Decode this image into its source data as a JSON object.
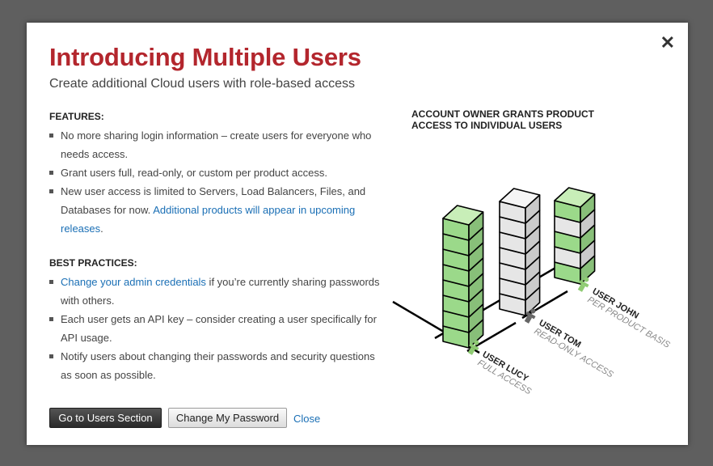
{
  "dialog": {
    "close_icon": "close-icon",
    "title": "Introducing Multiple Users",
    "subtitle": "Create additional Cloud users with role-based access"
  },
  "features": {
    "heading": "FEATURES:",
    "items": [
      {
        "text": "No more sharing login information – create users for everyone who needs access."
      },
      {
        "text": "Grant users full, read-only, or custom per product access."
      },
      {
        "text": "New user access is limited to Servers, Load Balancers, Files, and Databases for now. ",
        "link": "Additional products will appear in upcoming releases",
        "after": "."
      }
    ]
  },
  "best_practices": {
    "heading": "BEST PRACTICES:",
    "items": [
      {
        "link": "Change your admin credentials",
        "text": " if you’re currently sharing passwords with others."
      },
      {
        "text": "Each user gets an API key – consider creating a user specifically for API usage."
      },
      {
        "text": "Notify users about changing their passwords and security questions as soon as possible."
      }
    ]
  },
  "buttons": {
    "go_to_users": "Go to Users Section",
    "change_password": "Change My Password",
    "close": "Close"
  },
  "diagram": {
    "title": "ACCOUNT OWNER GRANTS PRODUCT ACCESS TO INDIVIDUAL USERS",
    "users": [
      {
        "name": "USER LUCY",
        "access": "FULL ACCESS",
        "color": "#8fcb73"
      },
      {
        "name": "USER TOM",
        "access": "READ-ONLY ACCESS",
        "color": "#666666"
      },
      {
        "name": "USER JOHN",
        "access": "PER PRODUCT BASIS",
        "color": "#8fcb73"
      }
    ],
    "colors": {
      "full": "#9bd98a",
      "readonly": "#e6e6e6",
      "top_full": "#c8eeb8",
      "top_readonly": "#f5f5f5"
    }
  }
}
